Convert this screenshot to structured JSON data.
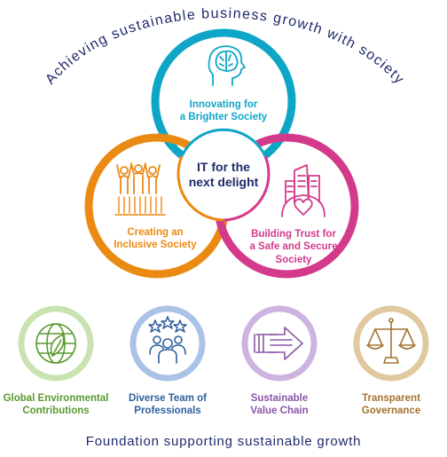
{
  "arc_title": "Achieving sustainable business growth with society",
  "center": {
    "line1": "IT for the",
    "line2": "next delight"
  },
  "circles": [
    {
      "key": "innovating",
      "line1": "Innovating for",
      "line2": "a Brighter Society",
      "line3": "",
      "color": "#0ea6c6",
      "icon": "brain-head-icon"
    },
    {
      "key": "inclusive",
      "line1": "Creating an",
      "line2": "Inclusive Society",
      "line3": "",
      "color": "#ea8a12",
      "icon": "raised-hands-people-icon"
    },
    {
      "key": "trust",
      "line1": "Building Trust for",
      "line2": "a Safe and Secure",
      "line3": "Society",
      "color": "#d43a8c",
      "icon": "city-heart-icon"
    }
  ],
  "pillars": [
    {
      "line1": "Global Environmental",
      "line2": "Contributions",
      "color": "#5a9a2e",
      "ring": "#c9e3b0",
      "icon": "globe-leaf-icon"
    },
    {
      "line1": "Diverse Team of",
      "line2": "Professionals",
      "color": "#2f5f9e",
      "ring": "#a9c2e6",
      "icon": "team-stars-icon"
    },
    {
      "line1": "Sustainable",
      "line2": "Value Chain",
      "color": "#8a56a8",
      "ring": "#cdb4e0",
      "icon": "chain-arrow-icon"
    },
    {
      "line1": "Transparent",
      "line2": "Governance",
      "color": "#a4742e",
      "ring": "#e1c99f",
      "icon": "scales-icon"
    }
  ],
  "footer": "Foundation supporting sustainable growth",
  "colors": {
    "navy": "#1f2a6b"
  }
}
